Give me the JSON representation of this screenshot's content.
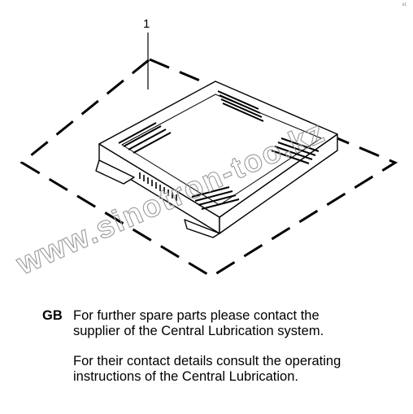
{
  "drawing": {
    "item_number": "1",
    "watermark": "www.sinotron-too.kz",
    "corner_mark": "s1"
  },
  "note": {
    "language_code": "GB",
    "lines": [
      "For further spare parts please contact the",
      "supplier of the Central Lubrication system.",
      "For their contact details consult the operating",
      "instructions of the Central Lubrication."
    ]
  }
}
